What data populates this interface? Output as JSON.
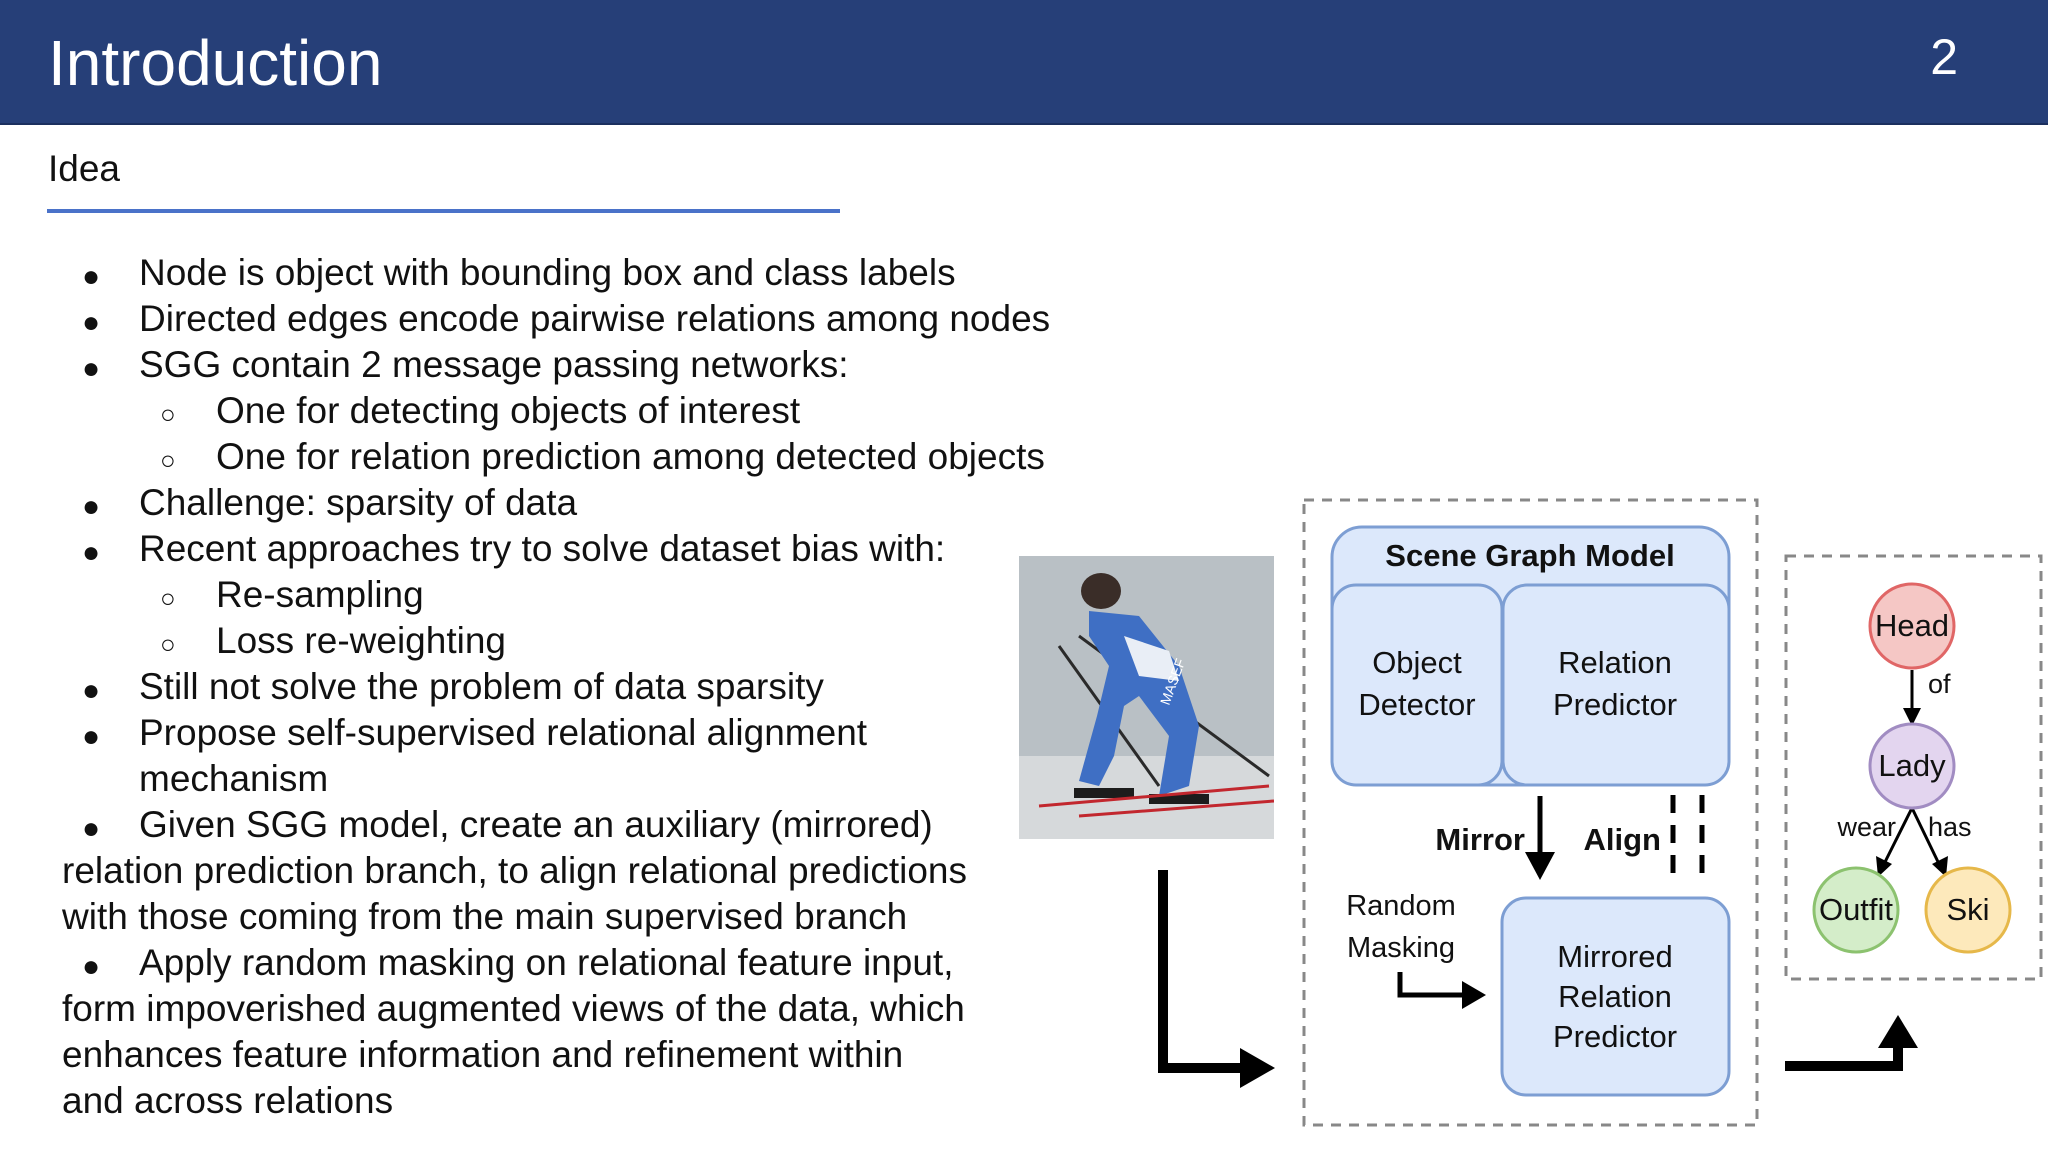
{
  "slide": {
    "title": "Introduction",
    "page_number": "2",
    "subtitle": "Idea"
  },
  "bullets": [
    "Node is object with bounding box and class labels",
    "Directed edges encode pairwise relations among nodes",
    "SGG contain 2 message passing networks:",
    "One for detecting objects of interest",
    "One for relation prediction among detected objects",
    "Challenge: sparsity of data",
    "Recent approaches try to solve dataset bias with:",
    "Re-sampling",
    "Loss re-weighting",
    "Still not solve the problem of data sparsity",
    "Propose self-supervised relational alignment",
    "mechanism",
    "Given SGG model, create an auxiliary (mirrored)",
    "relation prediction branch, to align relational predictions",
    "with those coming from the main supervised branch",
    "Apply random masking on relational feature input,",
    "form impoverished augmented views of the data, which",
    "enhances feature information and refinement within",
    "and across relations"
  ],
  "diagram": {
    "model_title": "Scene Graph Model",
    "object_detector": [
      "Object",
      "Detector"
    ],
    "relation_predictor": [
      "Relation",
      "Predictor"
    ],
    "mirror_label": "Mirror",
    "align_label": "Align",
    "random_masking": [
      "Random",
      "Masking"
    ],
    "mirrored_predictor": [
      "Mirrored",
      "Relation",
      "Predictor"
    ],
    "graph_nodes": [
      "Head",
      "Lady",
      "Outfit",
      "Ski"
    ],
    "graph_edges": [
      "of",
      "wear",
      "has"
    ],
    "photo_text": "MASEF",
    "colors": {
      "header": "#263f78",
      "rule": "#4a72c9",
      "box_fill": "#dce8fb",
      "box_stroke": "#7d9ed3",
      "head": "#f5c7c5",
      "lady": "#e3d5ef",
      "outfit": "#d4edc9",
      "ski": "#fde9bb"
    }
  }
}
